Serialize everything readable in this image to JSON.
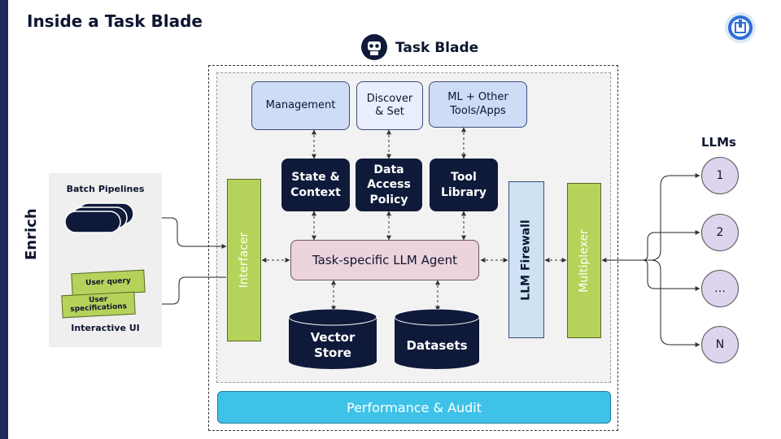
{
  "slide": {
    "title": "Inside a Task Blade"
  },
  "task_blade": {
    "title": "Task Blade"
  },
  "top_boxes": [
    {
      "label": "Management"
    },
    {
      "label": "Discover\n& Set"
    },
    {
      "label": "ML + Other\nTools/Apps"
    }
  ],
  "mid_boxes": [
    {
      "label": "State &\nContext"
    },
    {
      "label": "Data\nAccess\nPolicy"
    },
    {
      "label": "Tool\nLibrary"
    }
  ],
  "agent": {
    "label": "Task-specific LLM Agent"
  },
  "interfacer": {
    "label": "Interfacer"
  },
  "firewall": {
    "label": "LLM Firewall"
  },
  "multiplexer": {
    "label": "Multiplexer"
  },
  "stores": [
    {
      "label": "Vector\nStore"
    },
    {
      "label": "Datasets"
    }
  ],
  "performance": {
    "label": "Performance & Audit"
  },
  "enrich": {
    "label": "Enrich",
    "batch_label": "Batch Pipelines",
    "interactive_label": "Interactive UI",
    "user_query": "User query",
    "user_specs": "User\nspecifications"
  },
  "llms": {
    "title": "LLMs",
    "items": [
      "1",
      "2",
      "…",
      "N"
    ]
  },
  "colors": {
    "navy": "#0f1a3a",
    "light_blue": "#cfdcf5",
    "green": "#b5d35a",
    "pink": "#ecd3dc",
    "cyan": "#3fc2e8",
    "lavender": "#ddd5ee"
  }
}
